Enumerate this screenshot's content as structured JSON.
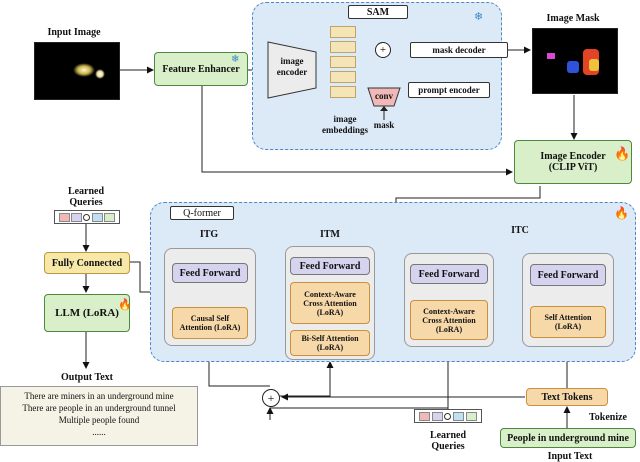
{
  "input_image": {
    "label": "Input Image"
  },
  "image_mask": {
    "label": "Image Mask"
  },
  "feature_enhancer": {
    "label": "Feature Enhancer"
  },
  "sam": {
    "title": "SAM",
    "image_encoder": "image encoder",
    "image_embeddings": "image embeddings",
    "plus": "+",
    "conv": "conv",
    "mask": "mask",
    "mask_decoder": "mask decoder",
    "prompt_encoder": "prompt encoder"
  },
  "clip_encoder": {
    "line1": "Image Encoder",
    "line2": "(CLIP ViT)"
  },
  "learned_queries_top": {
    "label_line1": "Learned",
    "label_line2": "Queries"
  },
  "fully_connected": {
    "label": "Fully Connected"
  },
  "llm": {
    "label": "LLM (LoRA)"
  },
  "output_text": {
    "label": "Output Text",
    "lines": [
      "There are miners in an underground mine",
      "There are people in an underground tunnel",
      "Multiple people found",
      "......"
    ]
  },
  "qformer": {
    "title": "Q-former",
    "itg": {
      "head": "ITG",
      "ff": "Feed Forward",
      "attn1": "Causal Self",
      "attn2": "Attention (LoRA)"
    },
    "itm": {
      "head": "ITM",
      "ff": "Feed Forward",
      "cross1": "Context-Aware",
      "cross2": "Cross Attention",
      "cross3": "(LoRA)",
      "self1": "Bi-Self Attention",
      "self2": "(LoRA)"
    },
    "itc": {
      "head": "ITC",
      "left_ff": "Feed Forward",
      "left1": "Context-Aware",
      "left2": "Cross Attention",
      "left3": "(LoRA)",
      "right_ff": "Feed Forward",
      "right1": "Self Attention",
      "right2": "(LoRA)"
    }
  },
  "plus_bottom": "+",
  "text_tokens": {
    "label": "Text Tokens"
  },
  "tokenize": {
    "label": "Tokenize"
  },
  "input_text": {
    "value": "People in underground mine",
    "label": "Input Text"
  },
  "learned_queries_bottom": {
    "label_line1": "Learned",
    "label_line2": "Queries"
  },
  "colors": {
    "sam_bg": "#dce9f7",
    "sam_border": "#4a86c8",
    "green": "#d8efc9",
    "green_border": "#4b8a3c",
    "lavender": "#d6d3ee",
    "orange": "#f7d9a9",
    "gray_panel": "#ececec",
    "pink": "#f1b8b8",
    "sand": "#f5e4b5"
  },
  "icons": [
    "snowflake-icon",
    "fire-icon"
  ]
}
